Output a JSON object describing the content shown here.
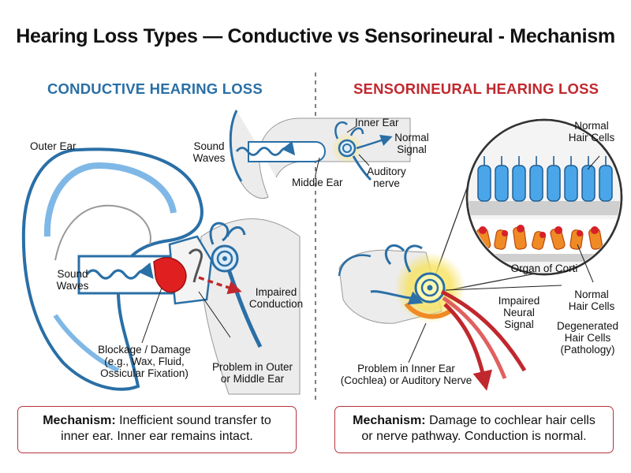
{
  "title": "Hearing Loss Types — Conductive vs Sensorineural - Mechanism",
  "conductive": {
    "heading": "CONDUCTIVE HEARING LOSS",
    "labels": {
      "outer_ear": "Outer Ear",
      "sound_waves_1": "Sound",
      "sound_waves_2": "Waves",
      "impaired_1": "Impaired",
      "impaired_2": "Conduction",
      "blockage_1": "Blockage / Damage",
      "blockage_2": "(e.g., Wax, Fluid,",
      "blockage_3": "Ossicular Fixation)",
      "problem_1": "Problem in Outer",
      "problem_2": "or Middle Ear"
    },
    "mechanism": {
      "label": "Mechanism:",
      "text_1": " Inefficient sound transfer to",
      "text_2": "inner ear. Inner ear remains intact."
    }
  },
  "normal": {
    "labels": {
      "sound_1": "Sound",
      "sound_2": "Waves",
      "inner_ear": "Inner Ear",
      "normal_1": "Normal",
      "normal_2": "Signal",
      "middle_ear": "Middle Ear",
      "auditory_1": "Auditory",
      "auditory_2": "nerve"
    }
  },
  "sensorineural": {
    "heading": "SENSORINEURAL HEARING LOSS",
    "labels": {
      "normal_hc_1": "Normal",
      "normal_hc_2": "Hair Cells",
      "organ": "Organ of Corti",
      "normal_hc2_1": "Normal",
      "normal_hc2_2": "Hair Cells",
      "impaired_1": "Impaired",
      "impaired_2": "Neural",
      "impaired_3": "Signal",
      "degen_1": "Degenerated",
      "degen_2": "Hair Cells",
      "degen_3": "(Pathology)",
      "problem_1": "Problem in Inner Ear",
      "problem_2": "(Cochlea) or Auditory Nerve"
    },
    "mechanism": {
      "label": "Mechanism:",
      "text_1": " Damage to cochlear hair cells",
      "text_2": "or nerve pathway. Conduction is normal."
    }
  },
  "colors": {
    "blue": "#2a6fa6",
    "light_blue": "#7fb8e6",
    "red": "#c0282e",
    "blockage_red": "#e02020",
    "yellow": "#f7e15a",
    "orange": "#f08a24",
    "skin_gray": "#e6e6e6"
  }
}
